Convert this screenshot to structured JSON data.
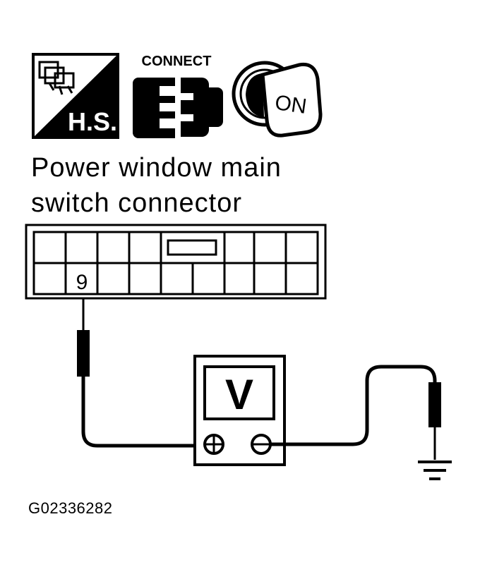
{
  "icons": {
    "harness_icon_label": "H.S.",
    "connect_icon_label": "CONNECT",
    "ignition_icon_label": "ON",
    "harness_icon": "harness-sign-icon",
    "connect_icon": "connector-connect-icon",
    "ignition_icon": "ignition-key-on-icon"
  },
  "title": {
    "line1": "Power window main",
    "line2": "switch connector"
  },
  "connector": {
    "terminal_label": "9"
  },
  "meter": {
    "label": "V",
    "positive_icon": "plus-terminal-icon",
    "negative_icon": "minus-terminal-icon"
  },
  "ground_icon": "ground-icon",
  "figure_code": "G02336282"
}
